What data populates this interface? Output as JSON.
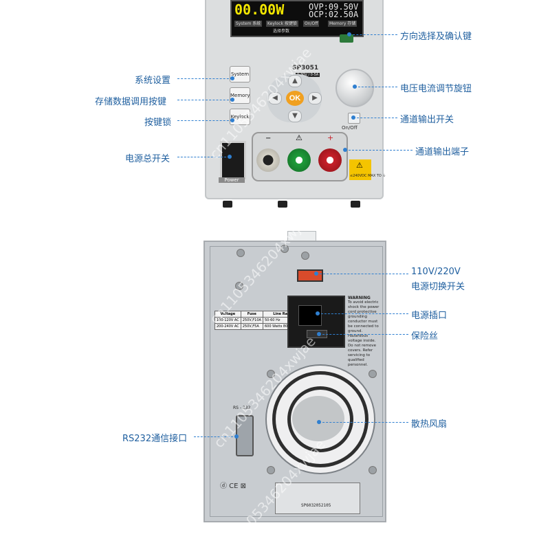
{
  "front": {
    "lcd_power": "00.00W",
    "lcd_ovp": "OVP:09.50V",
    "lcd_ocp": "OCP:02.50A",
    "lcd_menu": [
      "System 系统",
      "Keylock 按键锁",
      "On/Off",
      "Memory 存储"
    ],
    "lcd_menu2": [
      "选择参数"
    ],
    "model": "SP3051",
    "model_sub": "0-30V / 0-5A",
    "btn_system": "System",
    "btn_memory": "Memory",
    "btn_keylock": "Keylock",
    "ok": "OK",
    "onoff": "On/Off",
    "power_label": "Power",
    "terminal_minus": "−",
    "terminal_plus": "+",
    "warning_text": "≤240VDC MAX TO ⏚"
  },
  "callouts": {
    "nav_confirm": "方向选择及确认键",
    "system_setup": "系统设置",
    "memory_key": "存储数据调用按键",
    "key_lock": "按键锁",
    "knob": "电压电流调节旋钮",
    "output_switch": "通道输出开关",
    "output_terminal": "通道输出端子",
    "main_switch": "电源总开关",
    "voltage_switch_1": "110V/220V",
    "voltage_switch_2": "电源切换开关",
    "power_socket": "电源插口",
    "fuse": "保险丝",
    "fan": "散热风扇",
    "rs232": "RS232通信接口"
  },
  "back": {
    "rs232_label": "RS - 232",
    "warning_title": "WARNING",
    "warning_lines": [
      "To avoid electric shock the power cord protective grounding conductor must be connected to ground.",
      "Hazardous voltage inside.",
      "Do not remove covers. Refer servicing to qualified personnel."
    ],
    "table_headers": [
      "Voltage",
      "Fuse",
      "Line Rating"
    ],
    "table_rows": [
      [
        "100-120V AC",
        "250V,F10A",
        "50-60 Hz"
      ],
      [
        "200-240V AC",
        "250V,F5A",
        "600 Watts 800 VA Max"
      ]
    ],
    "cert_marks": "ⓓ CE ⊠",
    "serial": "SP6032052105"
  },
  "watermark": "cn1105346204xwjae",
  "colors": {
    "callout_text": "#1f5f9f",
    "leader": "#2f7fd0",
    "lcd_yellow": "#f2e600",
    "ok_orange": "#f0a020",
    "terminal_red": "#c8202a",
    "terminal_green": "#1f9d3a"
  }
}
